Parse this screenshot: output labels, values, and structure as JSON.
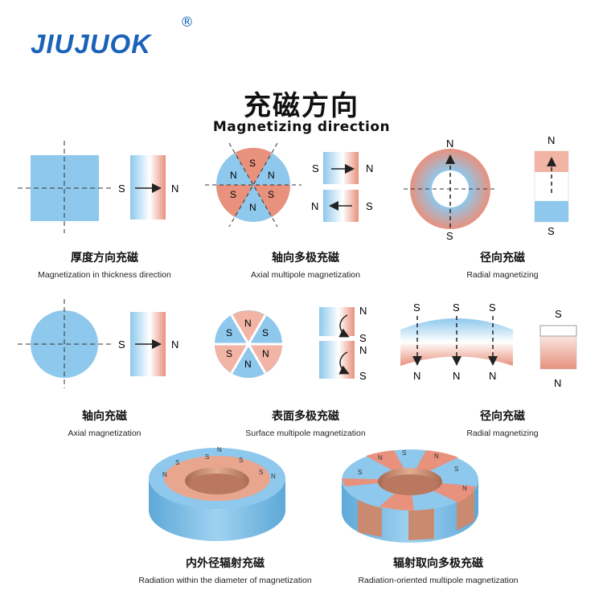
{
  "brand": {
    "logo_text": "JIUJUOK",
    "registered_mark": "®"
  },
  "header": {
    "title": "充磁方向",
    "subtitle": "Magnetizing direction"
  },
  "pole_labels": {
    "north": "N",
    "south": "S"
  },
  "colors": {
    "blue": "#8ec8ec",
    "red": "#e8917d",
    "pink": "#f1b4a5",
    "brand": "#1a63b8",
    "copper": "#c98a70"
  },
  "items": [
    {
      "zh": "厚度方向充磁",
      "en": "Magnetization in thickness direction"
    },
    {
      "zh": "轴向多极充磁",
      "en": "Axial multipole magnetization"
    },
    {
      "zh": "径向充磁",
      "en": "Radial magnetizing"
    },
    {
      "zh": "轴向充磁",
      "en": "Axial magnetization"
    },
    {
      "zh": "表面多极充磁",
      "en": "Surface multipole magnetization"
    },
    {
      "zh": "径向充磁",
      "en": "Radial magnetizing"
    },
    {
      "zh": "内外径辐射充磁",
      "en": "Radiation within the diameter of magnetization"
    },
    {
      "zh": "辐射取向多极充磁",
      "en": "Radiation-oriented multipole magnetization"
    }
  ]
}
